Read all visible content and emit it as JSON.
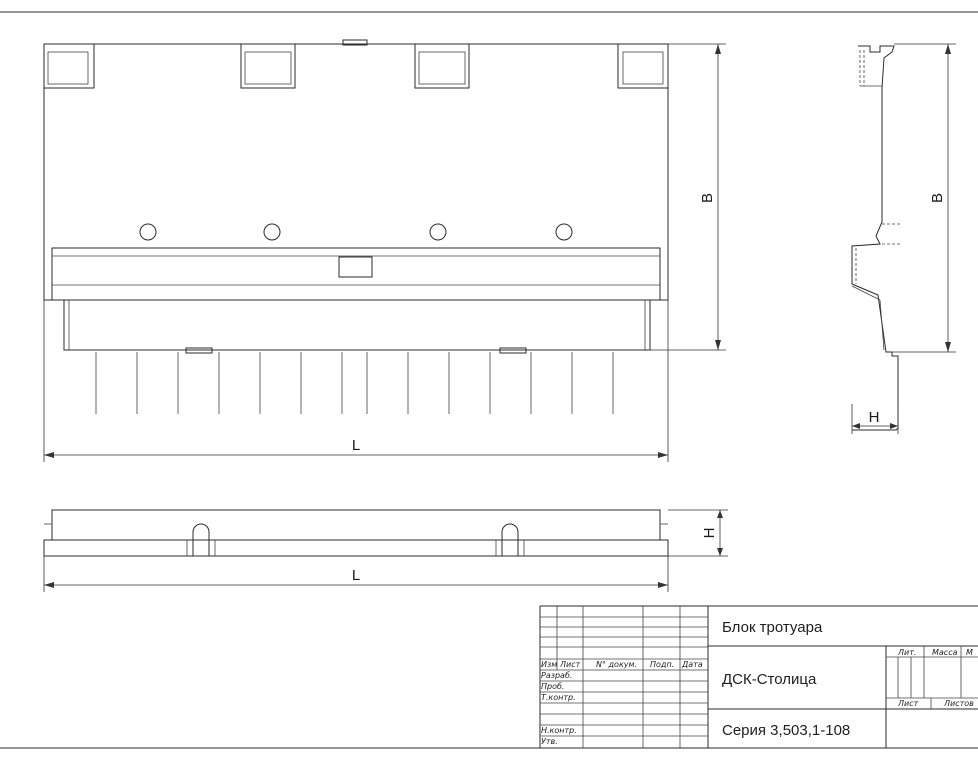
{
  "dimensions": {
    "front_length": "L",
    "front_height": "B",
    "side_height": "B",
    "side_thickness": "H",
    "bottom_thickness": "H",
    "bottom_length": "L"
  },
  "title_block": {
    "block_name": "Блок тротуара",
    "organization": "ДСК-Столица",
    "series": "Серия 3,503,1-108",
    "header_cols": [
      "Изм",
      "Лист",
      "N° докум.",
      "Подп.",
      "Дата"
    ],
    "roles": [
      "Разраб.",
      "Проб.",
      "Т.контр.",
      "",
      "Н.контр.",
      "Утв."
    ],
    "lit_label": "Лит.",
    "mass_label": "Масса",
    "scale_label": "М",
    "sheet_label": "Лист",
    "sheets_label": "Листов"
  }
}
